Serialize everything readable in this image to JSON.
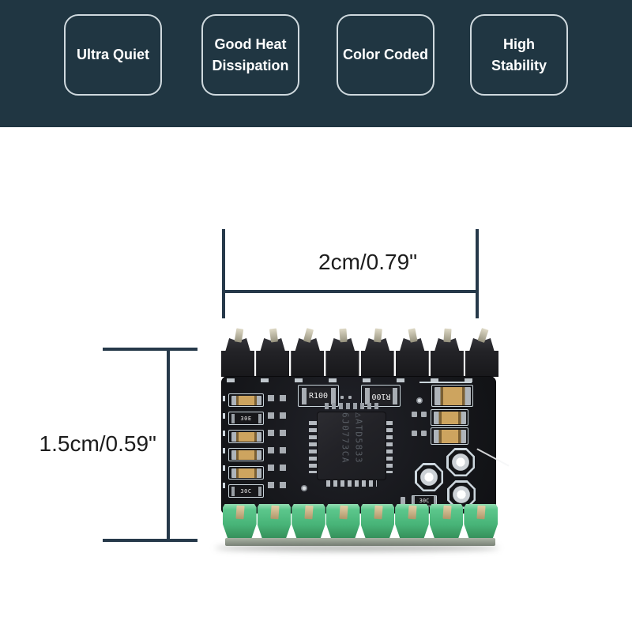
{
  "header": {
    "bg_color": "#203642",
    "badge_border_color": "#cfd9de",
    "badges": [
      {
        "label": "Ultra Quiet"
      },
      {
        "label": "Good Heat Dissipation"
      },
      {
        "label": "Color Coded"
      },
      {
        "label": "High Stability"
      }
    ]
  },
  "dimension_annotations": {
    "line_color": "#26394a",
    "width_label": "2cm/0.79\"",
    "height_label": "1.5cm/0.59\""
  },
  "pcb": {
    "chip": {
      "logo": "△",
      "line1": "ATD5833",
      "line2": "6J0773CA"
    },
    "resistor_labels": {
      "r100_left": "R100",
      "r100_right": "R100"
    },
    "left_labels": {
      "row2": "30E",
      "row6": "30C"
    },
    "bottom_right_label": "30C",
    "colors": {
      "board": "#17181c",
      "socket_green": "#4fbe80",
      "pin_header_black": "#1c1c20",
      "resistor_tan": "#cda45f",
      "silkscreen": "#c9d4da"
    }
  }
}
